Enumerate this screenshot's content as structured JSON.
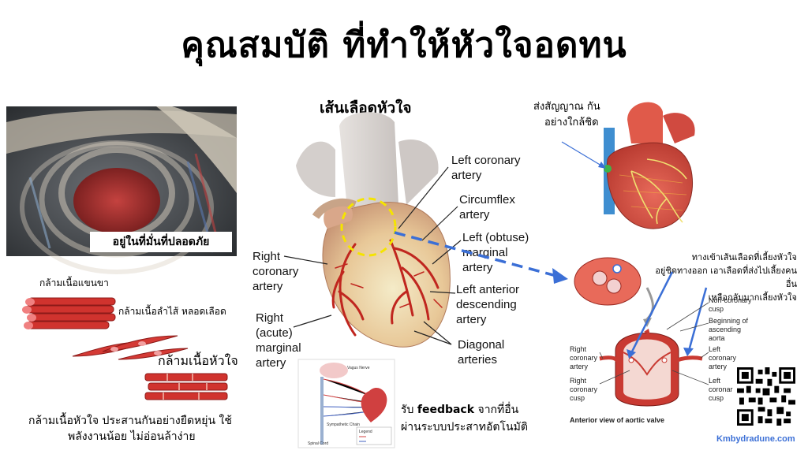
{
  "title": "คุณสมบัติ ที่ทำให้หัวใจอดทน",
  "chest": {
    "caption": "อยู่ในที่มั่นที่ปลอดภัย"
  },
  "muscles": {
    "skeletal": "กล้ามเนื้อแขนขา",
    "smooth": "กล้ามเนื้อลำไส้ หลอดเลือด",
    "cardiac": "กล้ามเนื้อหัวใจ",
    "description_line1": "กล้ามเนื้อหัวใจ ประสานกันอย่างยืดหยุ่น ใช้",
    "description_line2": "พลังงานน้อย ไม่อ่อนล้าง่าย"
  },
  "coronary": {
    "heading": "เส้นเลือดหัวใจ",
    "labels": {
      "left_coronary_1": "Left coronary",
      "left_coronary_2": "artery",
      "circumflex_1": "Circumflex",
      "circumflex_2": "artery",
      "left_obtuse_1": "Left (obtuse)",
      "left_obtuse_2": "marginal",
      "left_obtuse_3": "artery",
      "lad_1": "Left anterior",
      "lad_2": "descending",
      "lad_3": "artery",
      "diagonal_1": "Diagonal",
      "diagonal_2": "arteries",
      "right_coronary_1": "Right",
      "right_coronary_2": "coronary",
      "right_coronary_3": "artery",
      "right_marginal_1": "Right",
      "right_marginal_2": "(acute)",
      "right_marginal_3": "marginal",
      "right_marginal_4": "artery"
    }
  },
  "nerve": {
    "feedback_prefix": "รับ ",
    "feedback_word": "feedback",
    "feedback_suffix": " จากที่อื่น",
    "line2": "ผ่านระบบประสาทอัตโนมัติ",
    "diagram_labels": {
      "vagus": "Vagus Nerve",
      "sympathetic": "Sympathetic Chain",
      "spinal": "Spinal Cord",
      "legend": "Legend"
    }
  },
  "conduction": {
    "line1": "ส่งสัญญาณ กัน",
    "line2": "อย่างใกล้ชิด"
  },
  "aortic": {
    "note_line1": "ทางเข้าเส้นเลือดที่เลี้ยงหัวใจ",
    "note_line2": "อยู่ชิดทางออก เอาเลือดที่ส่งไปเลี้ยงคนอื่น",
    "note_line3": "เหลือกลับมากเลี้ยงหัวใจ",
    "labels": {
      "non_coronary_1": "Non-coronary",
      "non_coronary_2": "cusp",
      "beginning_1": "Beginning of",
      "beginning_2": "ascending",
      "beginning_3": "aorta",
      "left_coronary_artery_1": "Left",
      "left_coronary_artery_2": "coronary",
      "left_coronary_artery_3": "artery",
      "left_coronary_cusp_1": "Left",
      "left_coronary_cusp_2": "coronar",
      "left_coronary_cusp_3": "cusp",
      "right_coronary_artery_1": "Right",
      "right_coronary_artery_2": "coronary",
      "right_coronary_artery_3": "artery",
      "right_coronary_cusp_1": "Right",
      "right_coronary_cusp_2": "coronary",
      "right_coronary_cusp_3": "cusp",
      "caption": "Anterior view of aortic valve"
    }
  },
  "website": "Kmbydradune.com",
  "colors": {
    "arrow_blue": "#3b6fd6",
    "muscle_red": "#d0332e",
    "highlight_yellow": "#f5e400"
  }
}
